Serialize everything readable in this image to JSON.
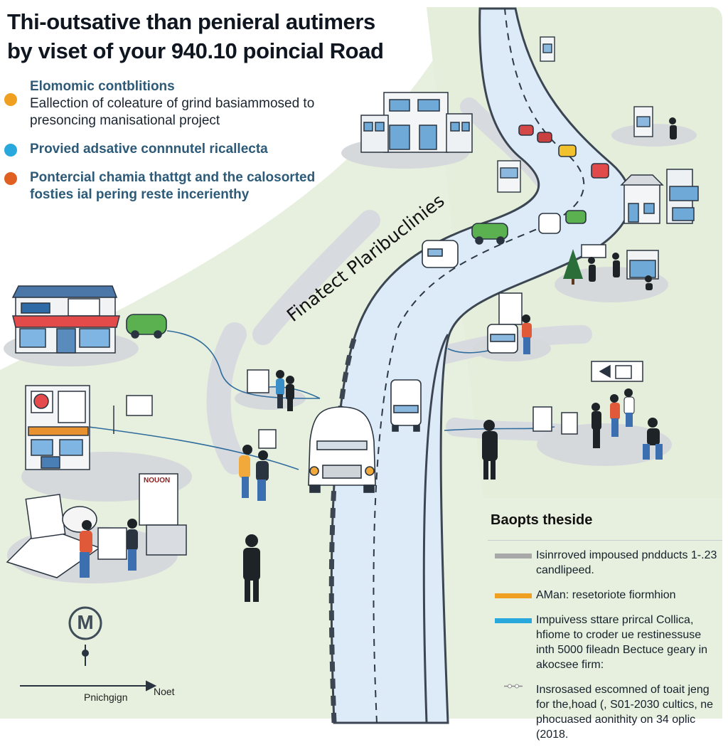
{
  "title": {
    "line1": "Thi-outsative than penieral autimers",
    "line2": "by viset of your 940.10 poincial Road"
  },
  "bullets": [
    {
      "heading": "Elomomic contblitions",
      "text": "Eallection of coleature of grind basiammosed to presoncing manisational project",
      "color": "#f0a020"
    },
    {
      "heading": "Provied adsative connnutel ricallecta",
      "text": "",
      "color": "#28a8dc"
    },
    {
      "heading": "Pontercial chamia thattgt and the calosorted fosties ial pering reste incerienthy",
      "text": "",
      "color": "#e06022"
    }
  ],
  "road_label": "Finatect Plaribuclinies",
  "shop_sign": "NOUON",
  "compass": {
    "letter": "M",
    "x_label": "Pnichgign",
    "y_label": "Noet"
  },
  "legend": {
    "title": "Baopts theside",
    "items": [
      {
        "text": "Isinrroved impoused pndducts 1-.23 candlipeed.",
        "color": "#a8a8a8",
        "icon": "gray-bar"
      },
      {
        "text": "AMan: resetoriote fiormhion",
        "color": "#f0a020",
        "icon": "orange-bar"
      },
      {
        "text": "Impuivess sttare prircal Collica, hfiome to croder ue restinessuse inth 5000 fileadn Bectuce geary in akocsee firm:",
        "color": "#28a8dc",
        "icon": "blue-bar"
      },
      {
        "text": "Insrosased escomned of toait jeng for the,hoad (, S01-2030 cultics, ne phocuased aonithity on 34 oplic (2018.",
        "color": "#8a8a8a",
        "icon": "connector-line-icon"
      }
    ]
  },
  "colors": {
    "road": "#dbe9f6",
    "ground": "#e5efdc",
    "path": "#d6d9dc",
    "road_edge": "#3a4450",
    "lines": "#2f6c9e"
  }
}
